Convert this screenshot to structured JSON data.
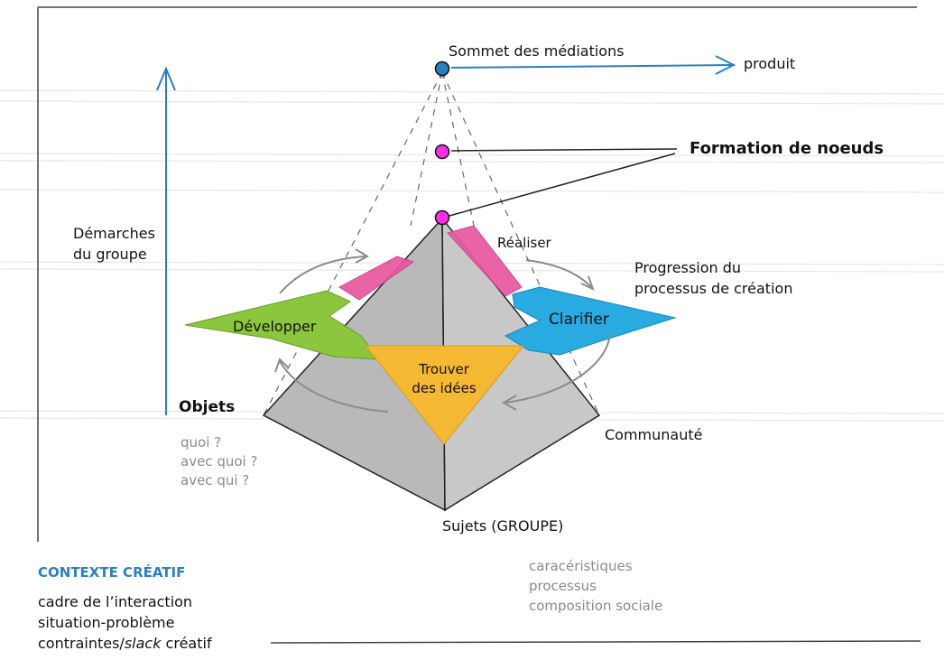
{
  "apex": {
    "summit": "Sommet des médiations",
    "product": "produit",
    "knots": "Formation de noeuds"
  },
  "axis": {
    "line1": "Démarches",
    "line2": "du groupe"
  },
  "phases": {
    "realiser": "Réaliser",
    "developper": "Développer",
    "clarifier": "Clarifier",
    "trouver1": "Trouver",
    "trouver2": "des idées"
  },
  "progression": {
    "line1": "Progression du",
    "line2": "processus de création"
  },
  "objects": {
    "title": "Objets",
    "items": [
      "quoi ?",
      "avec quoi ?",
      "avec qui ?"
    ]
  },
  "community": "Communauté",
  "subjects": {
    "title": "Sujets (GROUPE)",
    "items": [
      "caracéristiques",
      "processus",
      "composition sociale"
    ]
  },
  "context": {
    "title": "CONTEXTE CRÉATIF",
    "line1": "cadre de l’interaction",
    "line2": "situation-problème",
    "line3_pre": "contraintes/",
    "line3_em": "slack",
    "line3_post": " créatif"
  },
  "colors": {
    "blue": "#2c7fbf",
    "magenta": "#ff2ee6",
    "pink": "#e8579f",
    "green": "#8cc63f",
    "cyan": "#29abe2",
    "orange": "#f5b833",
    "pyramid": "#c4c4c4"
  }
}
